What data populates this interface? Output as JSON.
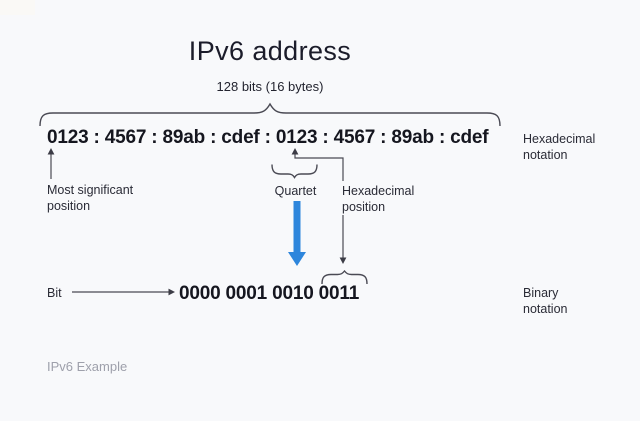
{
  "title": "IPv6 address",
  "subtitle": "128 bits (16 bytes)",
  "hex_row": {
    "address": "0123 : 4567 : 89ab : cdef : 0123 : 4567 : 89ab : cdef",
    "notation_label": "Hexadecimal notation"
  },
  "annotations": {
    "most_significant": "Most significant position",
    "quartet": "Quartet",
    "hex_position": "Hexadecimal position",
    "bit": "Bit"
  },
  "binary_row": {
    "value": "0000 0001 0010 0011",
    "notation_label": "Binary notation"
  },
  "footer": {
    "caption": "IPv6 Example"
  },
  "colors": {
    "background": "#f8f9fb",
    "heading_text": "#1b1c2a",
    "value_text": "#15161f",
    "label_text": "#2a2b36",
    "line": "#4a4a54",
    "arrow_blue": "#2e86dc",
    "footer_gray": "#9ea0ab"
  }
}
